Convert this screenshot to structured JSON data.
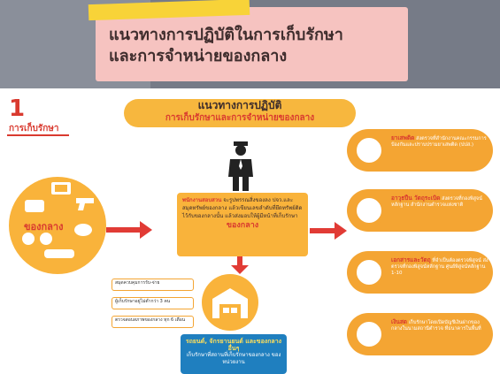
{
  "headline": {
    "line1": "แนวทางการปฏิบัติในการเก็บรักษา",
    "line2": "และการจำหน่ายของกลาง"
  },
  "section": {
    "number": "1",
    "label": "การเก็บรักษา"
  },
  "banner": {
    "title": "แนวทางการปฏิบัติ",
    "subtitle": "การเก็บรักษาและการจำหน่ายของกลาง"
  },
  "left": {
    "label": "ของกลาง"
  },
  "center": {
    "lead": "พนักงานสอบสวน",
    "text": "จะรูปพรรณสิ่งของลง ปจว.และสมุดทรัพย์ของกลาง แล้วเขียนเลขลำดับที่ยึดทรัพย์ติดไว้กับของกลางนั้น แล้วส่งมอบให้ผู้มีหน้าที่เก็บรักษา",
    "bottom": "ของกลาง"
  },
  "checklist": [
    "สมุดควบคุมการรับ-จ่าย",
    "ผู้เก็บรักษาอยู่ไม่ต่ำกว่า 3 คน",
    "ตรวจสอบสภาพของกลาง ทุก 6 เดือน"
  ],
  "bottom_box": {
    "title": "รถยนต์, จักรยานยนต์ และของกลางอื่นๆ",
    "text": "เก็บรักษาที่สถานที่เก็บรักษาของกลาง ของหน่วยงาน"
  },
  "right_items": [
    {
      "title": "ยาเสพติด",
      "text": "ส่งตรวจที่สำนักงานคณะกรรมการป้องกันและปราบปรามยาเสพติด (ปปส.)"
    },
    {
      "title": "อาวุธปืน วัตถุระเบิด",
      "text": "ส่งตรวจที่กองพิสูจน์หลักฐาน สำนักงานตำรวจแห่งชาติ"
    },
    {
      "title": "เอกสารและวัตถุ",
      "text": "ที่จำเป็นต้องตรวจพิสูจน์ ส่งตรวจที่กองพิสูจน์หลักฐาน ศูนย์พิสูจน์หลักฐาน 1-10"
    },
    {
      "title": "เงินสด",
      "text": "เก็บรักษาโดยเปิดบัญชีเงินฝากของกลางในนามสถานีตำรวจ ที่ธนาคารในพื้นที่"
    }
  ],
  "colors": {
    "orange": "#f9b33b",
    "red": "#d93a2f",
    "blue": "#1f7fbf",
    "pink": "#f6c3c0",
    "gray": "#767b87"
  }
}
